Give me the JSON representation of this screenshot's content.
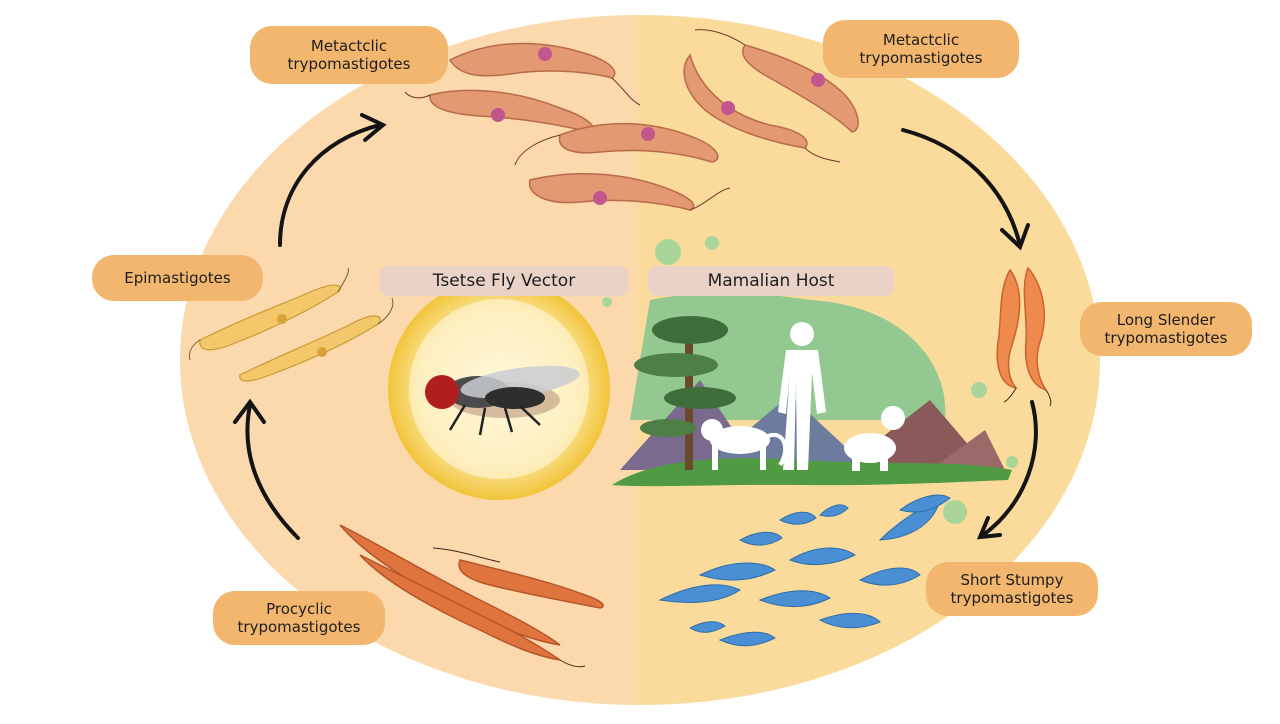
{
  "diagram": {
    "colors": {
      "left_half": "#fbd9ad",
      "right_half": "#fbdb9c",
      "label_fill": "#f2b66e",
      "vector_title_fill": "#ead2c7",
      "arrow": "#141414",
      "trypanosome_orange": "#e08a5c",
      "trypanosome_pink": "#d9748f",
      "epimastigote_yellow": "#f3c86a",
      "stumpy_blue": "#4a8fd3"
    },
    "halves": {
      "vector": {
        "title": "Tsetse Fly Vector"
      },
      "host": {
        "title": "Mamalian Host"
      }
    },
    "stages": {
      "metacyclic_vector": {
        "line1": "Metactclic",
        "line2": "trypomastigotes"
      },
      "metacyclic_host": {
        "line1": "Metactclic",
        "line2": "trypomastigotes"
      },
      "long_slender": {
        "line1": "Long Slender",
        "line2": "trypomastigotes"
      },
      "short_stumpy": {
        "line1": "Short Stumpy",
        "line2": "trypomastigotes"
      },
      "procyclic": {
        "line1": "Procyclic",
        "line2": "trypomastigotes"
      },
      "epimastigotes": {
        "line1": "Epimastigotes"
      }
    },
    "icons": [
      "tsetse-fly-icon",
      "human-figure-icon",
      "monkey-icon",
      "dog-icon",
      "tree-icon",
      "mountain-icon"
    ]
  }
}
